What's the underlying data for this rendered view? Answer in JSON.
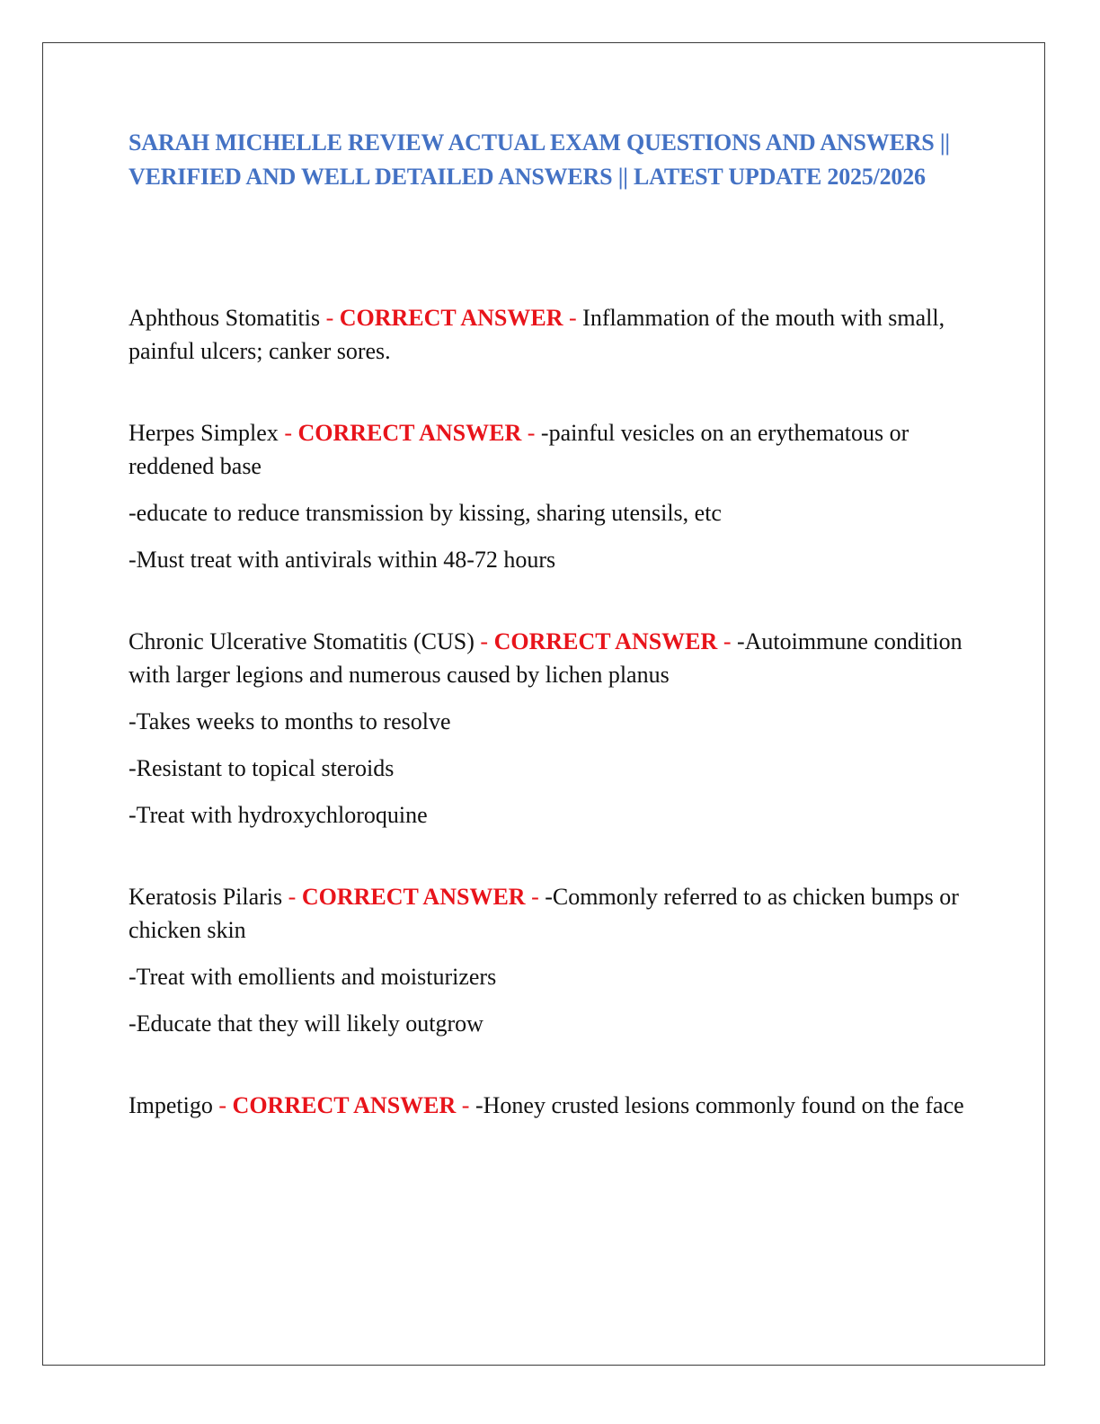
{
  "document": {
    "title": "SARAH MICHELLE REVIEW ACTUAL EXAM QUESTIONS AND ANSWERS || VERIFIED AND WELL DETAILED ANSWERS || LATEST UPDATE 2025/2026",
    "separator": " - ",
    "answer_label": "CORRECT ANSWER",
    "colors": {
      "title": "#4472c4",
      "answer_label": "#e8141b"
    }
  },
  "entries": [
    {
      "term": "Aphthous Stomatitis",
      "first_line": "Inflammation of the mouth with small, painful ulcers; canker sores.",
      "extra_lines": []
    },
    {
      "term": "Herpes Simplex",
      "first_line": "-painful vesicles on an erythematous or reddened base",
      "extra_lines": [
        "-educate to reduce transmission by kissing, sharing utensils, etc",
        "-Must treat with antivirals within 48-72 hours"
      ]
    },
    {
      "term": "Chronic Ulcerative Stomatitis (CUS)",
      "first_line": "-Autoimmune condition with larger legions and numerous caused by lichen planus",
      "extra_lines": [
        "-Takes weeks to months to resolve",
        "-Resistant to topical steroids",
        "-Treat with hydroxychloroquine"
      ]
    },
    {
      "term": "Keratosis Pilaris",
      "first_line": "-Commonly referred to as chicken bumps or chicken skin",
      "extra_lines": [
        "-Treat with emollients and moisturizers",
        "-Educate that they will likely outgrow"
      ]
    },
    {
      "term": "Impetigo",
      "first_line": "-Honey crusted lesions commonly found on the face",
      "extra_lines": []
    }
  ]
}
